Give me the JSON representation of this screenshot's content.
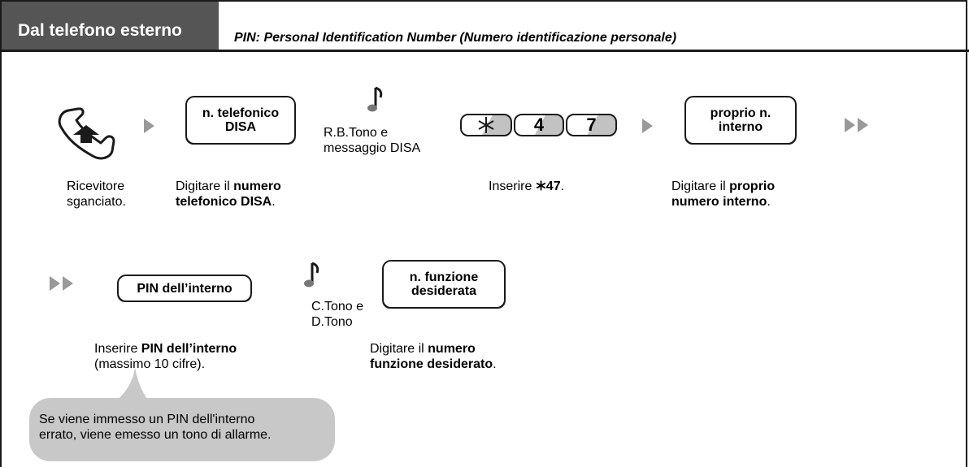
{
  "header": {
    "tab_label": "Dal telefono esterno",
    "subtitle": "PIN: Personal Identification Number (Numero identificazione personale)"
  },
  "row1": {
    "dial_disa_key": "n. telefonico\nDISA",
    "tone1_caption": "R.B.Tono e\nmessaggio DISA",
    "keys": [
      "4",
      "7"
    ],
    "ext_key": "proprio n.\ninterno",
    "step1": {
      "line1": "Ricevitore",
      "line2": "sganciato."
    },
    "step2": {
      "pre": "Digitare il ",
      "bold1": "numero",
      "bold2": "telefonico DISA",
      "post": "."
    },
    "step3": {
      "pre": "Inserire ",
      "bold": "47",
      "post": "."
    },
    "step4": {
      "pre": "Digitare il ",
      "bold1": "proprio",
      "bold2": "numero interno",
      "post": "."
    }
  },
  "row2": {
    "pin_key": "PIN dell’interno",
    "tone2_caption": "C.Tono e\nD.Tono",
    "feature_key": "n. funzione\ndesiderata",
    "step5": {
      "pre": "Inserire ",
      "bold": "PIN dell’interno",
      "line2": "(massimo 10 cifre)."
    },
    "step6": {
      "pre": "Digitare il ",
      "bold1": "numero",
      "bold2": "funzione desiderato",
      "post": "."
    }
  },
  "note": "Se viene immesso un PIN dell'interno\nerrato, viene emesso un tono di allarme.",
  "colors": {
    "tab": "#555555",
    "arrow": "#999999",
    "bubble": "#c8c8c8",
    "key_shade": "#c2c2c2"
  },
  "icons": [
    "handset-off-hook-icon",
    "tone-note-icon",
    "asterisk-key-icon",
    "double-arrow-icon"
  ]
}
